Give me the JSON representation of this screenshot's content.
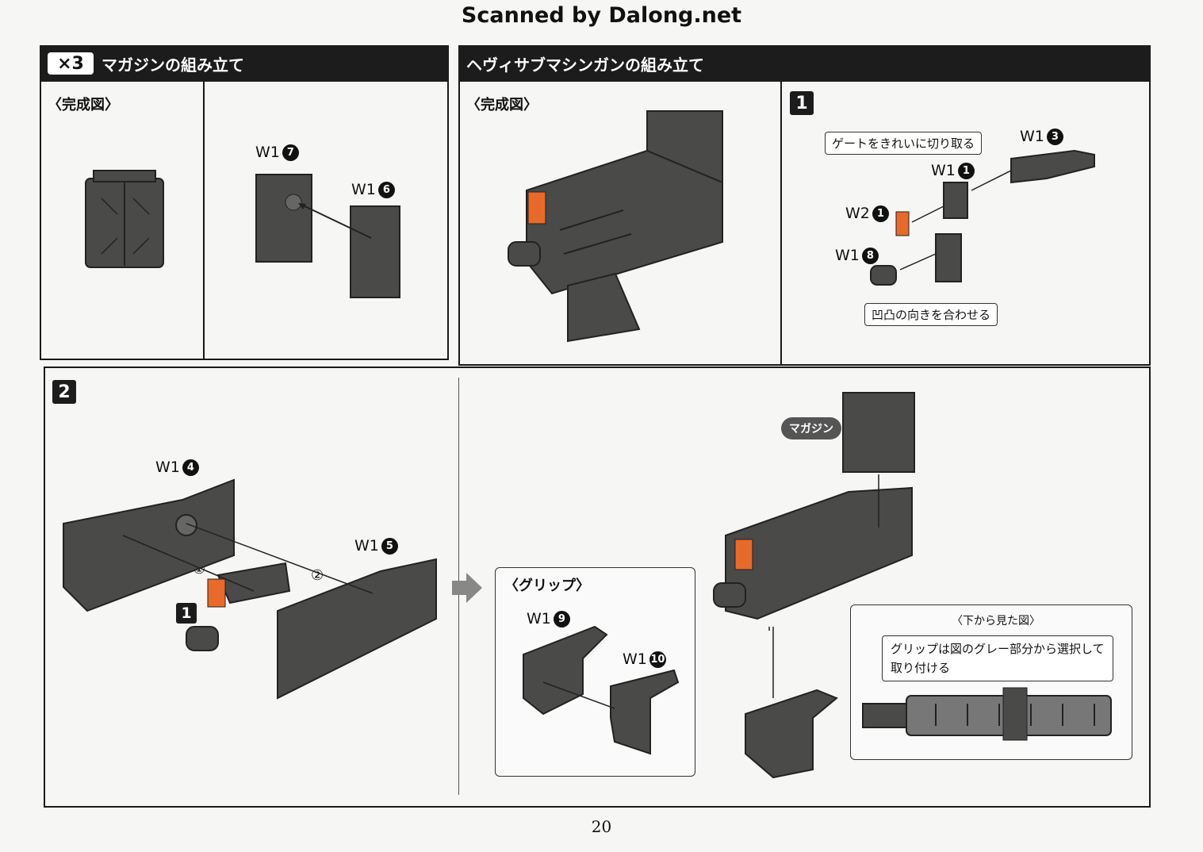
{
  "header": {
    "scan_credit": "Scanned by Dalong.net"
  },
  "magazine_section": {
    "multiplier": "×3",
    "title": "マガジンの組み立て",
    "complete_label": "〈完成図〉",
    "parts": [
      {
        "runner": "W1",
        "number": "7"
      },
      {
        "runner": "W1",
        "number": "6"
      }
    ]
  },
  "machinegun_section": {
    "title": "ヘヴィサブマシンガンの組み立て",
    "complete_label": "〈完成図〉"
  },
  "step1": {
    "step_number": "1",
    "parts": [
      {
        "runner": "W1",
        "number": "3"
      },
      {
        "runner": "W1",
        "number": "1"
      },
      {
        "runner": "W2",
        "number": "1"
      },
      {
        "runner": "W1",
        "number": "8"
      }
    ],
    "note_gate": "ゲートをきれいに切り取る",
    "note_align": "凹凸の向きを合わせる"
  },
  "step2": {
    "step_number": "2",
    "parts": [
      {
        "runner": "W1",
        "number": "4"
      },
      {
        "runner": "W1",
        "number": "5"
      }
    ],
    "ref_step": "1",
    "order_marks": [
      "①",
      "②"
    ],
    "magazine_pill": "マガジン",
    "grip_label": "〈グリップ〉",
    "grip_parts": [
      {
        "runner": "W1",
        "number": "9"
      },
      {
        "runner": "W1",
        "number": "10"
      }
    ],
    "bottom_view_label": "〈下から見た図〉",
    "bottom_view_note_line1": "グリップは図のグレー部分から選択して",
    "bottom_view_note_line2": "取り付ける"
  },
  "page_number": "20",
  "colors": {
    "part_gray": "#4a4a48",
    "accent_orange": "#e86a2a",
    "frame": "#1a1a1a"
  }
}
